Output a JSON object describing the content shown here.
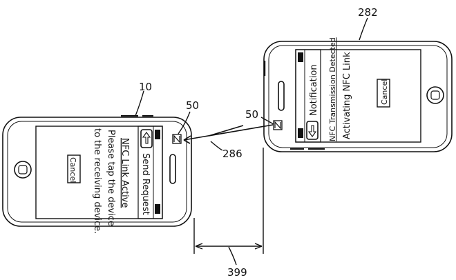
{
  "references": {
    "left_phone": "10",
    "right_phone": "282",
    "nfc_chip_left": "50",
    "nfc_chip_right": "50",
    "signal": "286",
    "distance": "399"
  },
  "left_phone": {
    "title": "Send Request",
    "heading": "NFC Link Active",
    "line1": "Please tap the device",
    "line2": "to the receiving device.",
    "cancel_button": "Cancel",
    "nfc_icon_glyph": "N"
  },
  "right_phone": {
    "title": "Notification",
    "heading": "NFC Transmission Detected",
    "status": "Activating NFC Link",
    "cancel_button": "Cancel",
    "nfc_icon_glyph": "N"
  },
  "icons": {
    "back": "back-arrow-icon",
    "nfc": "nfc-icon",
    "home": "home-button-icon",
    "speaker": "speaker-slot-icon"
  }
}
